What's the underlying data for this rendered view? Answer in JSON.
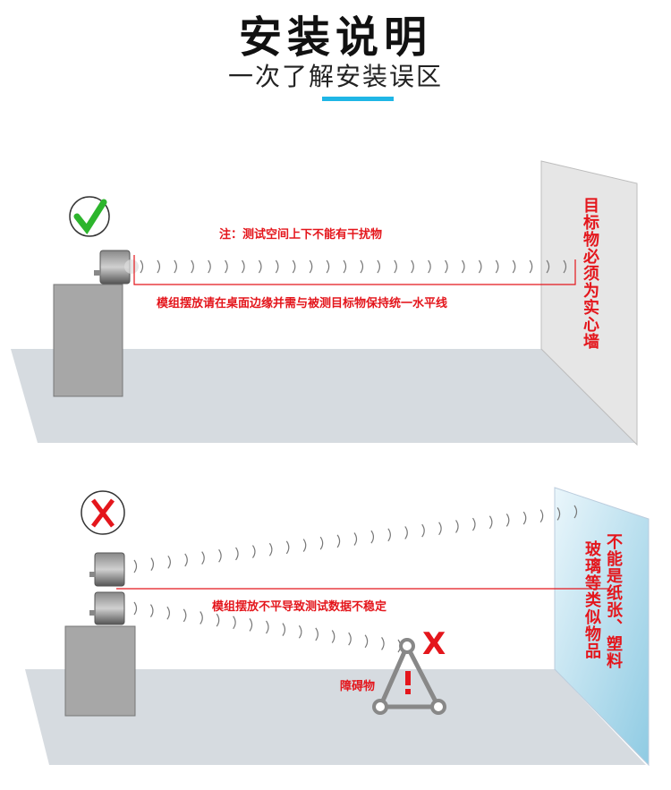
{
  "header": {
    "title": "安装说明",
    "subtitle": "一次了解安装误区"
  },
  "colors": {
    "accent": "#1fb6e6",
    "warning_red": "#e4161c",
    "check_green": "#2db52d"
  },
  "correct_setup": {
    "status_icon": "check-icon",
    "note_top": "注：测试空间上下不能有干扰物",
    "note_bottom": "模组摆放请在桌面边缘并需与被测目标物保持统一水平线",
    "wall_label": "目标物必须为实心墙"
  },
  "wrong_setup": {
    "status_icon": "x-icon",
    "note": "模组摆放不平导致测试数据不稳定",
    "obstacle_label": "障碍物",
    "obstacle_mark": "X",
    "status_mark": "X",
    "wall_label_1": "不能是纸张、塑料",
    "wall_label_2": "玻璃等类似物品"
  }
}
